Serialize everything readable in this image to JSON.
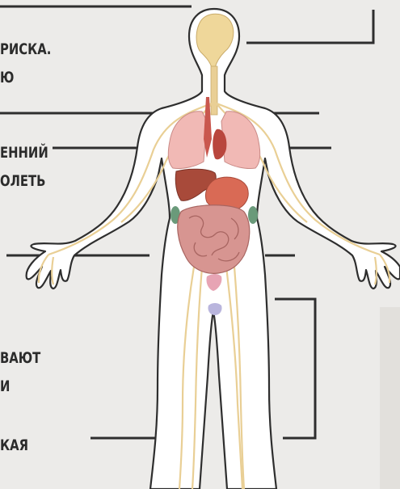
{
  "colors": {
    "background": "#ecebe9",
    "body_fill": "#ffffff",
    "outline": "#2e2e2e",
    "nerves": "#e9cf95",
    "lungs": "#f1b9b5",
    "heart": "#c9574e",
    "liver": "#a84a3a",
    "stomach": "#d96a55",
    "intestines": "#cf8a86",
    "kidneys": "#6a9a7a",
    "bladder": "#b9b5dd"
  },
  "labels": [
    {
      "id": "label-1",
      "text": "РИСКА."
    },
    {
      "id": "label-2",
      "text": "Ю"
    },
    {
      "id": "label-3",
      "text": "ЕННИЙ"
    },
    {
      "id": "label-4",
      "text": "ОЛЕТЬ"
    },
    {
      "id": "label-5",
      "text": "ВАЮТ"
    },
    {
      "id": "label-6",
      "text": "И"
    },
    {
      "id": "label-7",
      "text": "КАЯ"
    }
  ]
}
